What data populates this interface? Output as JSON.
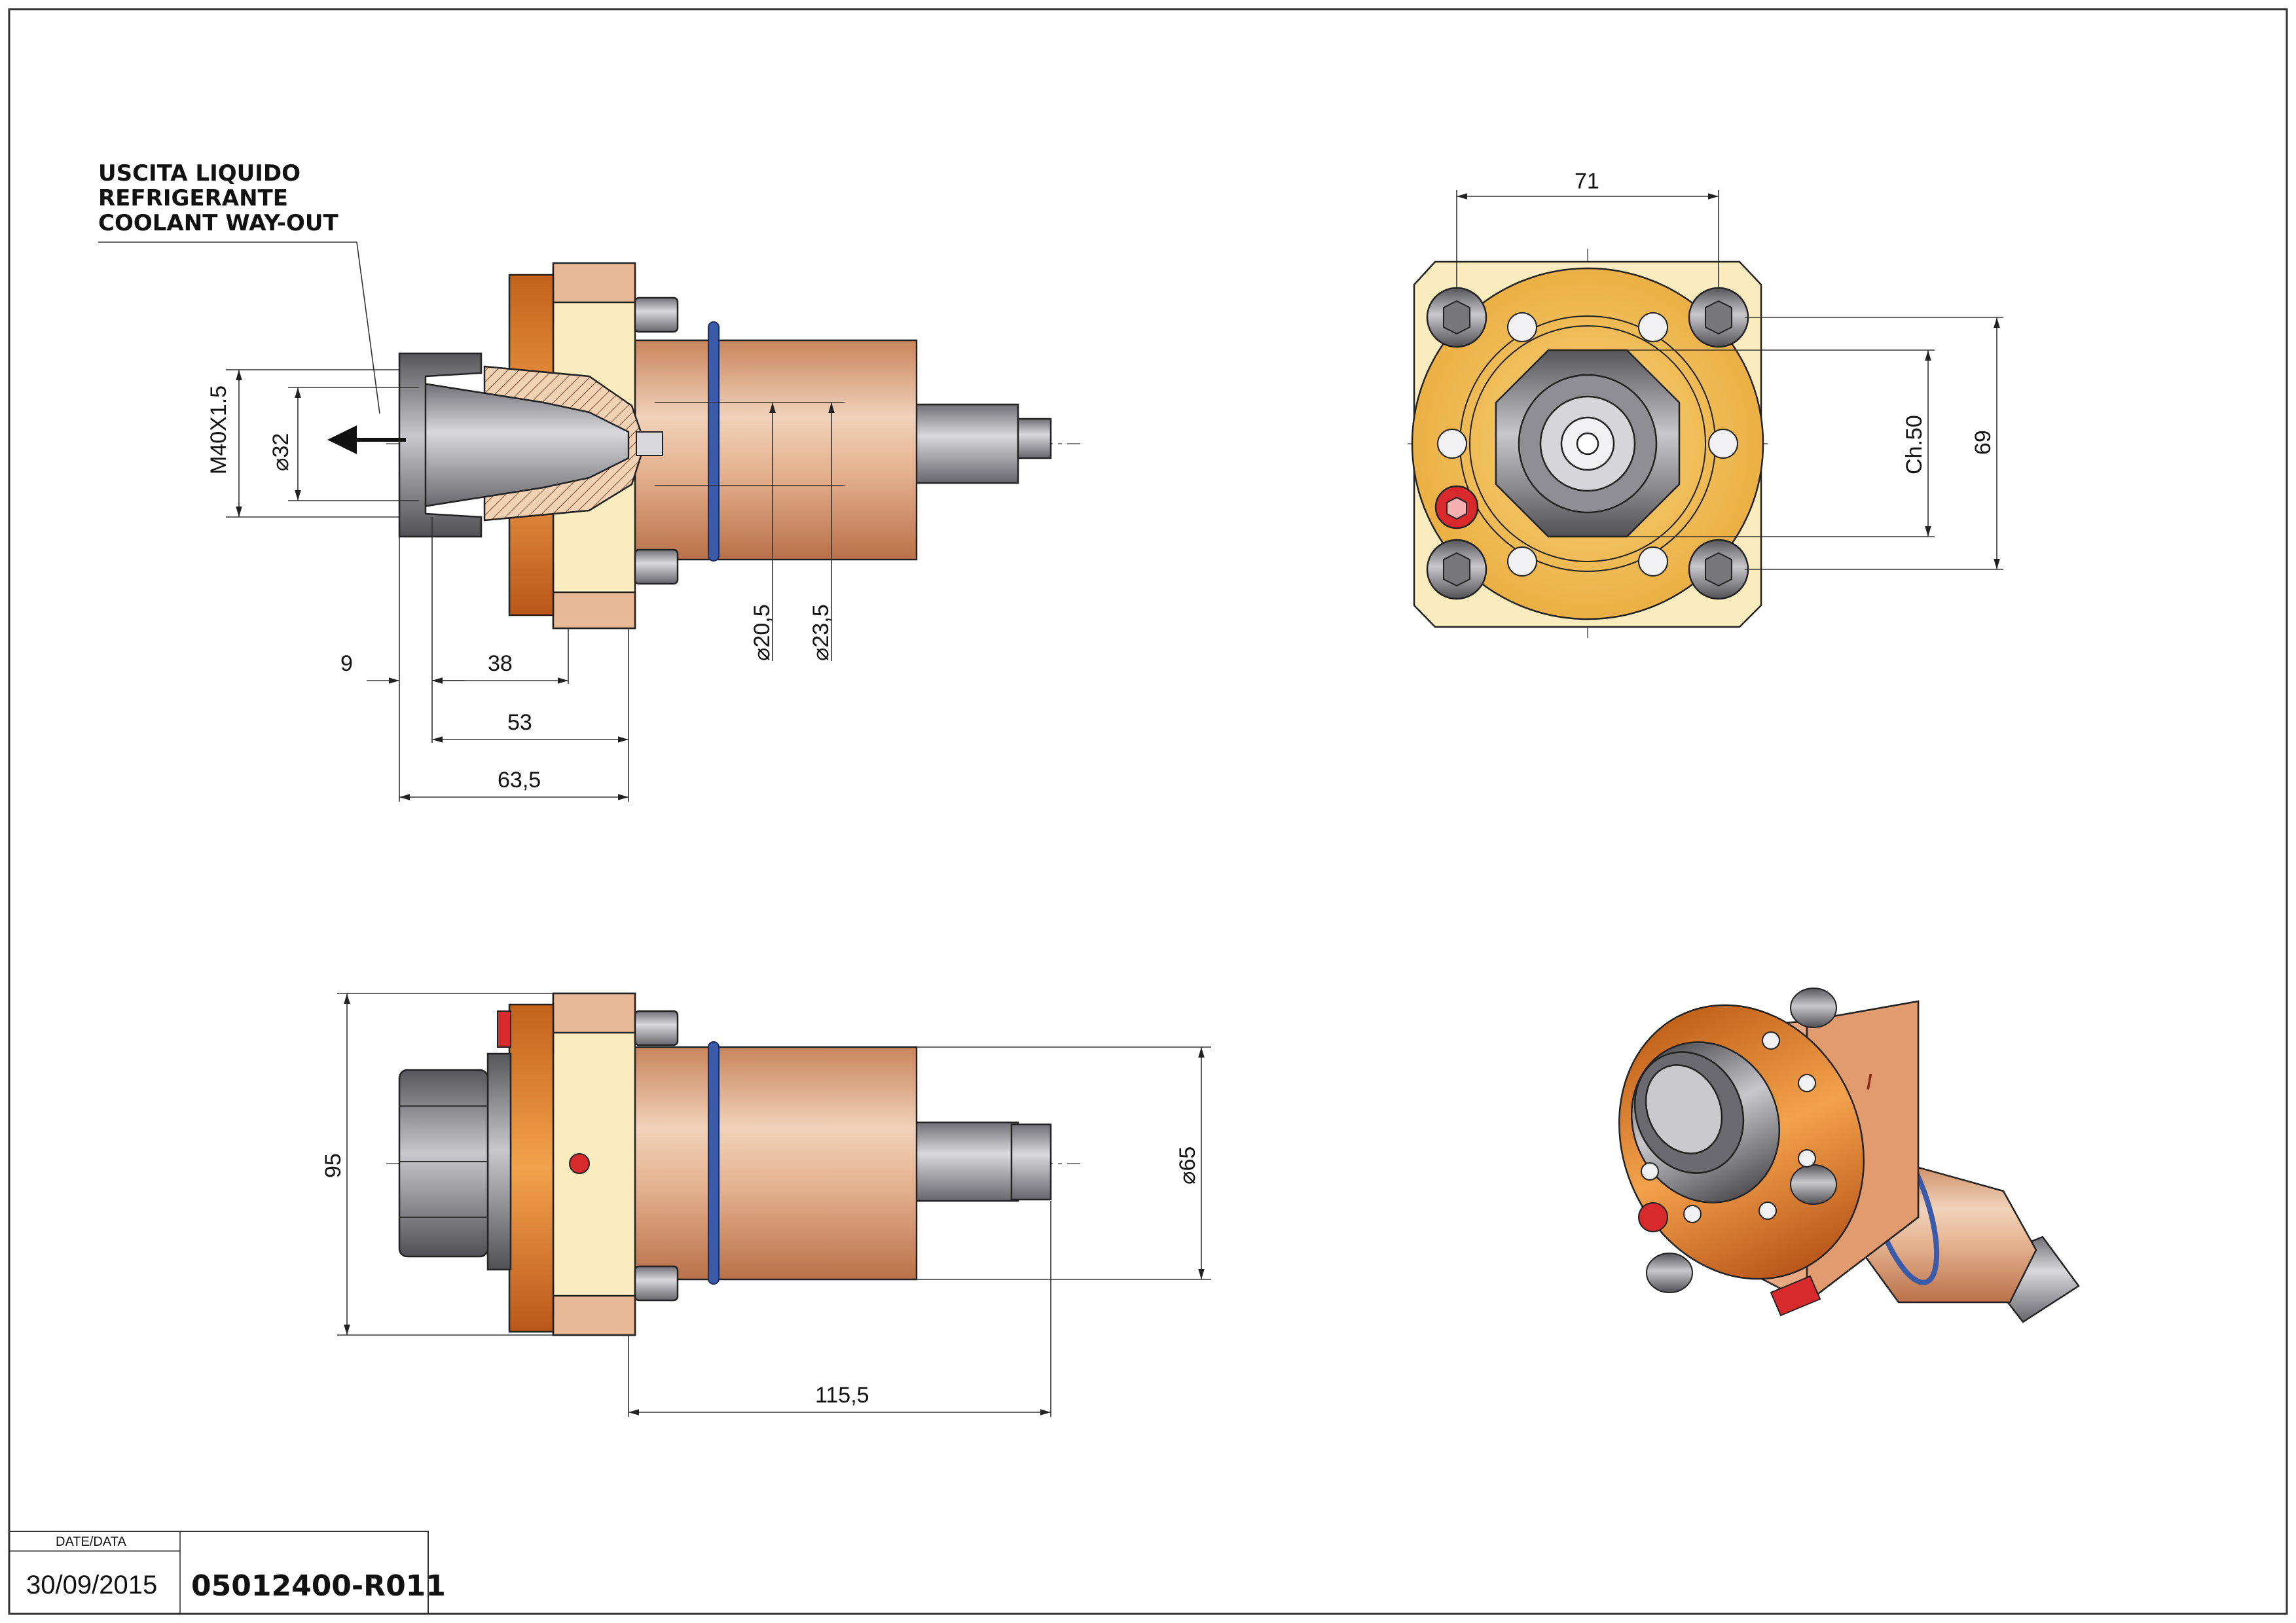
{
  "coolant_note": {
    "line1": "USCITA LIQUIDO",
    "line2": "REFRIGERANTE",
    "line3": "COOLANT WAY-OUT"
  },
  "dimensions": {
    "thread": "M40X1.5",
    "dia_32": "⌀32",
    "dia_20_5": "⌀20,5",
    "dia_23_5": "⌀23,5",
    "d9": "9",
    "d38": "38",
    "d53": "53",
    "d63_5": "63,5",
    "d71": "71",
    "d69": "69",
    "ch50": "Ch.50",
    "d95": "95",
    "dia_65": "⌀65",
    "d115_5": "115,5"
  },
  "title_block": {
    "date_label": "DATE/DATA",
    "date": "30/09/2015",
    "code": "05012400-R011"
  },
  "colors": {
    "orange": "#e08a2c",
    "bronze": "#dba883",
    "cream": "#fbecc0",
    "gold": "#f1b84a",
    "steel": "#9a9aa0",
    "blue": "#3b5aa8",
    "red": "#d8292d"
  }
}
